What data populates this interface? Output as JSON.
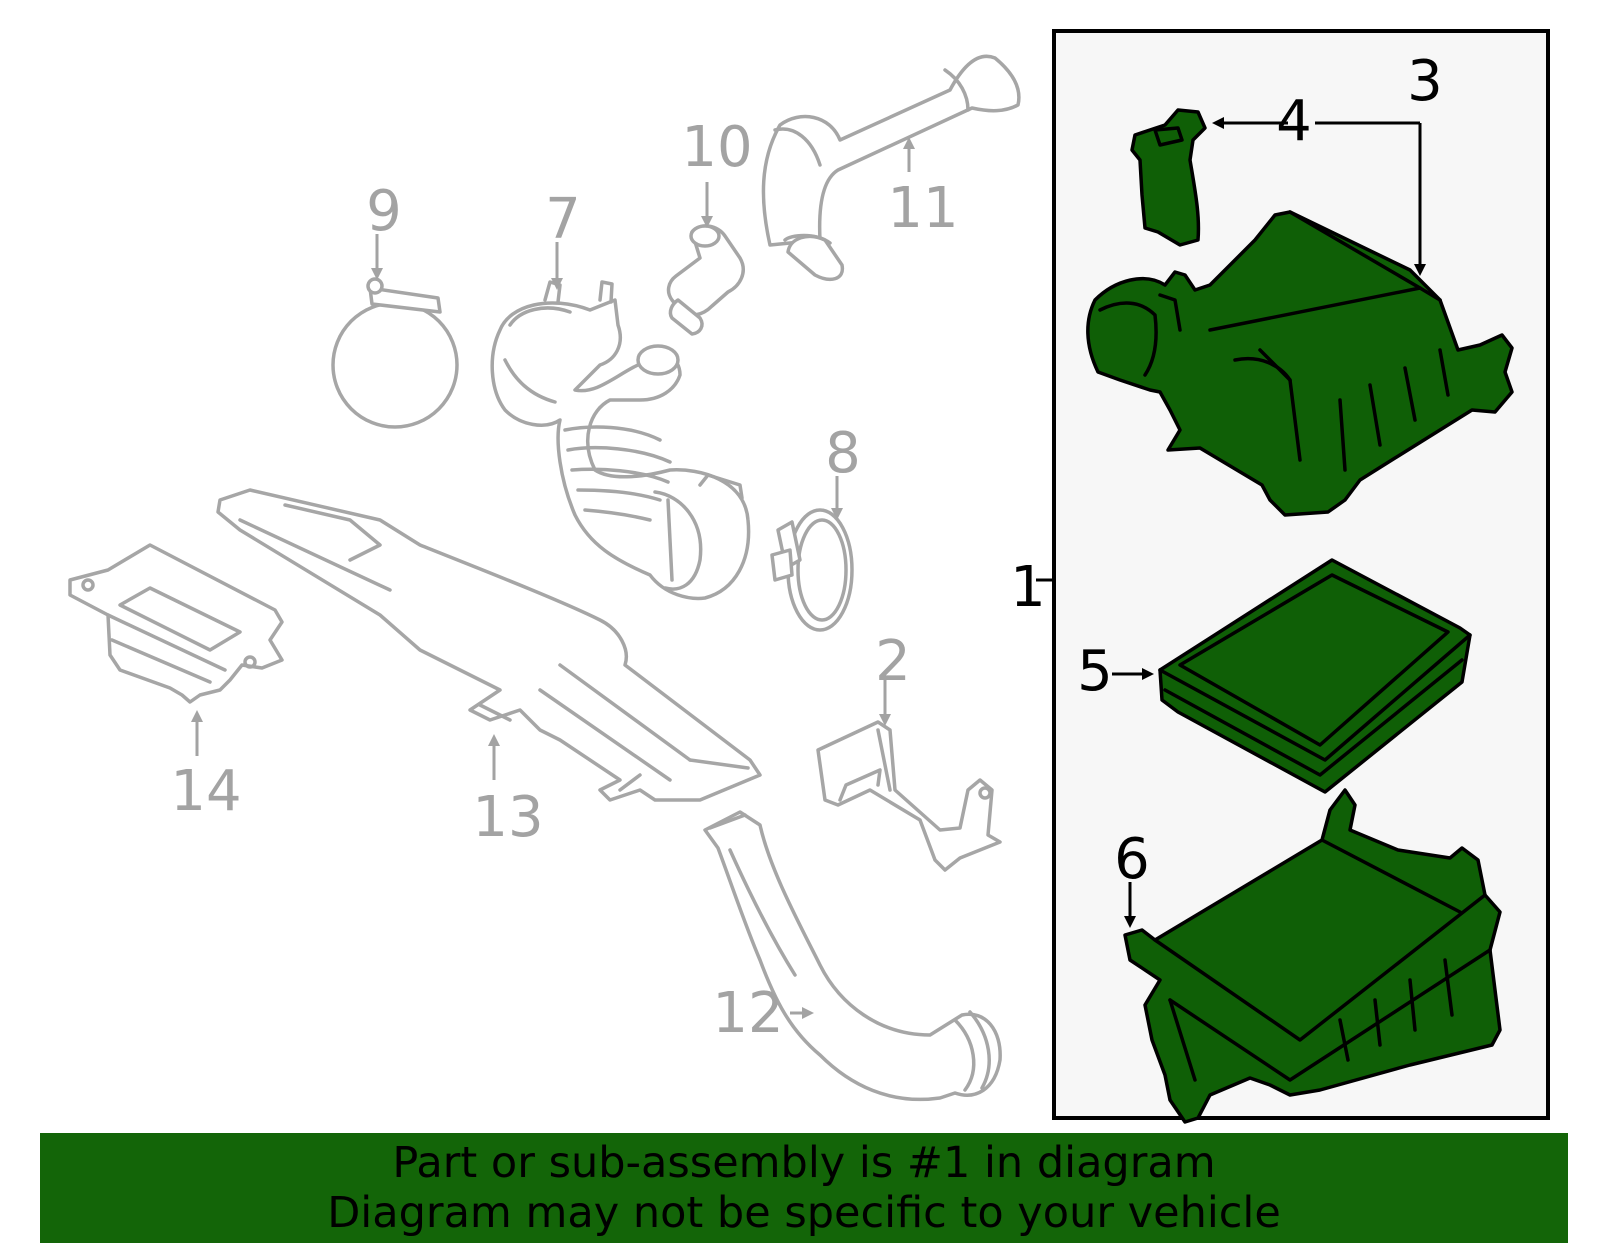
{
  "colors": {
    "background": "#ffffff",
    "assembly_box_fill": "#f7f7f7",
    "assembly_box_border": "#000000",
    "highlight_green": "#0f5f06",
    "banner_green": "#136508",
    "other_parts_grey": "#a6a6a6"
  },
  "callouts": [
    {
      "id": "1",
      "label": "1",
      "highlighted": true
    },
    {
      "id": "2",
      "label": "2",
      "highlighted": false
    },
    {
      "id": "3",
      "label": "3",
      "highlighted": true
    },
    {
      "id": "4",
      "label": "4",
      "highlighted": true
    },
    {
      "id": "5",
      "label": "5",
      "highlighted": true
    },
    {
      "id": "6",
      "label": "6",
      "highlighted": true
    },
    {
      "id": "7",
      "label": "7",
      "highlighted": false
    },
    {
      "id": "8",
      "label": "8",
      "highlighted": false
    },
    {
      "id": "9",
      "label": "9",
      "highlighted": false
    },
    {
      "id": "10",
      "label": "10",
      "highlighted": false
    },
    {
      "id": "11",
      "label": "11",
      "highlighted": false
    },
    {
      "id": "12",
      "label": "12",
      "highlighted": false
    },
    {
      "id": "13",
      "label": "13",
      "highlighted": false
    },
    {
      "id": "14",
      "label": "14",
      "highlighted": false
    }
  ],
  "banner": {
    "line1": "Part or sub-assembly is #1 in diagram",
    "line2": "Diagram may not be specific to your vehicle"
  }
}
